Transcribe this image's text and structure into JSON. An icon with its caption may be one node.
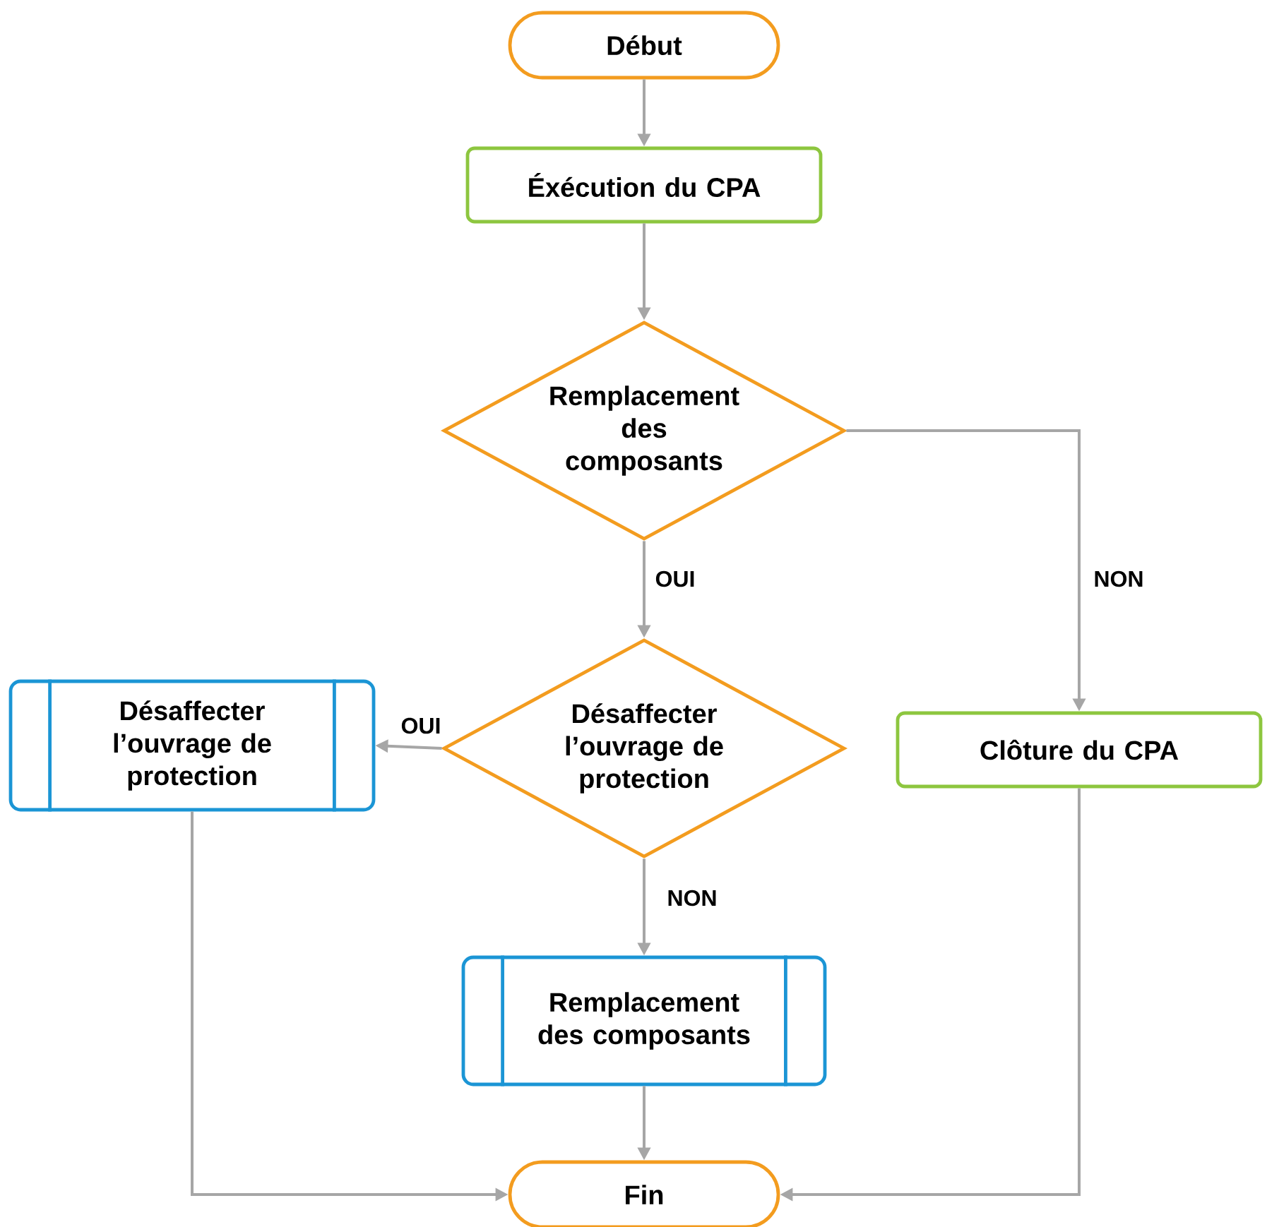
{
  "diagram": {
    "nodes": [
      {
        "text": [
          "Début"
        ]
      },
      {
        "text": [
          "Éxécution du CPA"
        ]
      },
      {
        "text": [
          "Remplacement des composants"
        ]
      },
      {
        "text": [
          "Désaffecter l’ouvrage de protection"
        ]
      },
      {
        "text": [
          "Désaffecter l’ouvrage de protection"
        ]
      },
      {
        "text": [
          "Clôture du CPA"
        ]
      },
      {
        "text": [
          "Remplacement des composants"
        ]
      },
      {
        "text": [
          "Fin"
        ]
      }
    ],
    "edges": [
      {
        "from": 0,
        "to": 1,
        "arrow": "to"
      },
      {
        "from": 1,
        "to": 2,
        "arrow": "to"
      },
      {
        "from": 2,
        "to": 3,
        "arrow": "to",
        "label": "OUI"
      },
      {
        "from": 2,
        "to": 5,
        "arrow": "to",
        "label": "NON"
      },
      {
        "from": 3,
        "to": 4,
        "arrow": "to",
        "label": "OUI"
      },
      {
        "from": 3,
        "to": 6,
        "arrow": "to",
        "label": "NON"
      },
      {
        "from": 4,
        "to": 7,
        "arrow": "to"
      },
      {
        "from": 6,
        "to": 7,
        "arrow": "to"
      },
      {
        "from": 5,
        "to": 7,
        "arrow": "to"
      }
    ]
  }
}
